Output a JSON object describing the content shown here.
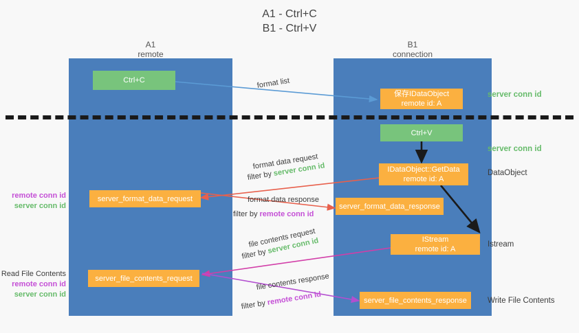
{
  "title": {
    "line1": "A1 - Ctrl+C",
    "line2": "B1 - Ctrl+V"
  },
  "columns": {
    "a1": {
      "name": "A1",
      "sub": "remote"
    },
    "b1": {
      "name": "B1",
      "sub": "connection"
    }
  },
  "boxes": {
    "ctrl_c": {
      "label": "Ctrl+C"
    },
    "ctrl_v": {
      "label": "Ctrl+V"
    },
    "idataobject": {
      "line1": "保存IDataObject",
      "line2": "remote id: A"
    },
    "getdata": {
      "line1": "IDataObject::GetData",
      "line2": "remote id: A"
    },
    "istream": {
      "line1": "IStream",
      "line2": "remote id: A"
    },
    "fmt_req": {
      "label": "server_format_data_request"
    },
    "fmt_res": {
      "label": "server_format_data_response"
    },
    "file_req": {
      "label": "server_file_contents_request"
    },
    "file_res": {
      "label": "server_file_contents_response"
    }
  },
  "side_labels": {
    "server_conn_id_1": "server conn id",
    "server_conn_id_2": "server conn id",
    "dataobject": "DataObject",
    "istream": "Istream",
    "write_file_contents": "Write File Contents"
  },
  "left_labels": {
    "read_file_contents": "Read File Contents",
    "remote_conn_id_1": "remote conn id",
    "server_conn_id_1": "server conn id",
    "remote_conn_id_2": "remote conn id",
    "server_conn_id_2": "server conn id"
  },
  "edges": {
    "format_list": "format list",
    "fmt_req_title": "format data request",
    "fmt_req_filter_prefix": "filter by ",
    "fmt_req_filter_value": "server conn id",
    "fmt_res_title": "format data response",
    "fmt_res_filter_prefix": "filter by ",
    "fmt_res_filter_value": "remote conn id",
    "file_req_title": "file contents request",
    "file_req_filter_prefix": "filter by ",
    "file_req_filter_value": "server conn id",
    "file_res_title": "file contents response",
    "file_res_filter_prefix": "filter by ",
    "file_res_filter_value": "remote conn id"
  },
  "colors": {
    "lane": "#4a7ebb",
    "green_box": "#78c47c",
    "orange_box": "#fbb040",
    "green_text": "#66bb6a",
    "purple_text": "#c44fd6",
    "blue_arrow": "#5b9bd5",
    "red_arrow": "#e8604c",
    "magenta_arrow": "#d23ea8",
    "purple_arrow": "#b34fd0",
    "black_arrow": "#1a1a1a"
  }
}
